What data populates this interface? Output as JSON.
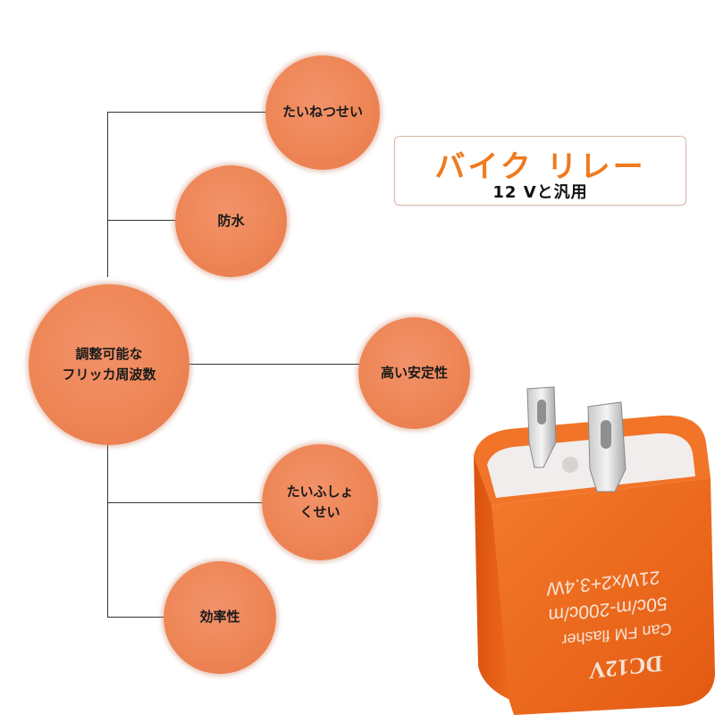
{
  "title": {
    "main": "バイク リレー",
    "sub": "12 Vと汎用"
  },
  "features": {
    "f1": "たいねつせい",
    "f2": "防水",
    "f3": "調整可能な\nフリッカ周波数",
    "f4": "高い安定性",
    "f5": "たいふしょ\nくせい",
    "f6": "効率性"
  },
  "relay_print": {
    "line1": "DC12V",
    "line2": "Can FM flasher",
    "line3": "50c/m-200c/m",
    "line4": "21Wx2+3.4W"
  },
  "colors": {
    "circle": "#ee8656",
    "relay_body": "#f26a1b",
    "title_accent": "#f07a1e"
  }
}
